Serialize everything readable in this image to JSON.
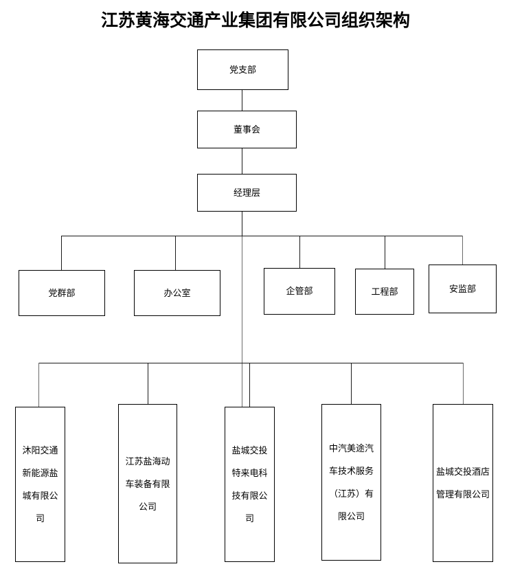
{
  "title": "江苏黄海交通产业集团有限公司组织架构",
  "chart_data": {
    "type": "diagram",
    "diagram_kind": "organization-chart",
    "title": "江苏黄海交通产业集团有限公司组织架构",
    "levels": [
      {
        "name": "governance-chain",
        "nodes": [
          "党支部",
          "董事会",
          "经理层"
        ]
      },
      {
        "name": "departments",
        "nodes": [
          "党群部",
          "办公室",
          "企管部",
          "工程部",
          "安监部"
        ]
      },
      {
        "name": "subsidiaries",
        "nodes": [
          "沐阳交通新能源盐城有限公司",
          "江苏盐海动车装备有限公司",
          "盐城交投特来电科技有限公司",
          "中汽美途汽车技术服务（江苏）有限公司",
          "盐城交投酒店管理有限公司"
        ]
      }
    ],
    "edges": [
      {
        "from": "党支部",
        "to": "董事会"
      },
      {
        "from": "董事会",
        "to": "经理层"
      },
      {
        "from": "经理层",
        "to": "党群部"
      },
      {
        "from": "经理层",
        "to": "办公室"
      },
      {
        "from": "经理层",
        "to": "企管部"
      },
      {
        "from": "经理层",
        "to": "工程部"
      },
      {
        "from": "经理层",
        "to": "安监部"
      },
      {
        "from": "经理层",
        "to": "沐阳交通新能源盐城有限公司"
      },
      {
        "from": "经理层",
        "to": "江苏盐海动车装备有限公司"
      },
      {
        "from": "经理层",
        "to": "盐城交投特来电科技有限公司"
      },
      {
        "from": "经理层",
        "to": "中汽美途汽车技术服务（江苏）有限公司"
      },
      {
        "from": "经理层",
        "to": "盐城交投酒店管理有限公司"
      }
    ],
    "colors": {
      "box_border": "#000000",
      "box_fill": "#ffffff",
      "connector": "#1a1a1a",
      "text": "#000000",
      "background": "#ffffff"
    }
  },
  "top_chain": {
    "party_branch": "党支部",
    "board": "董事会",
    "management": "经理层"
  },
  "departments": {
    "party_mass": "党群部",
    "office": "办公室",
    "enterprise_mgmt": "企管部",
    "engineering": "工程部",
    "safety_supervision": "安监部"
  },
  "subsidiaries": {
    "s1": "沐阳交通新能源盐城有限公司",
    "s2": "江苏盐海动车装备有限公司",
    "s3": "盐城交投特来电科技有限公司",
    "s4": "中汽美途汽车技术服务（江苏）有限公司",
    "s5": "盐城交投酒店管理有限公司"
  }
}
